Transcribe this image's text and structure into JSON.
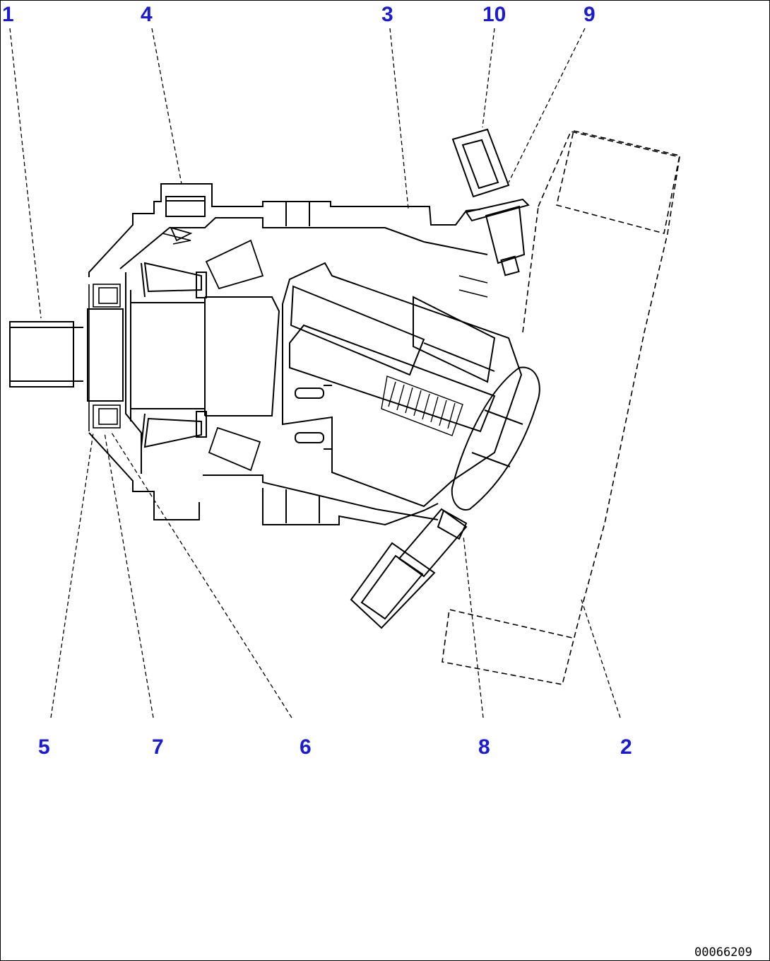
{
  "callouts": [
    "1",
    "4",
    "3",
    "10",
    "9",
    "5",
    "7",
    "6",
    "8",
    "2"
  ],
  "drawing_number": "00066209",
  "colors": {
    "callout_text": "#1a1adb",
    "line": "#000000",
    "background": "#ffffff"
  }
}
